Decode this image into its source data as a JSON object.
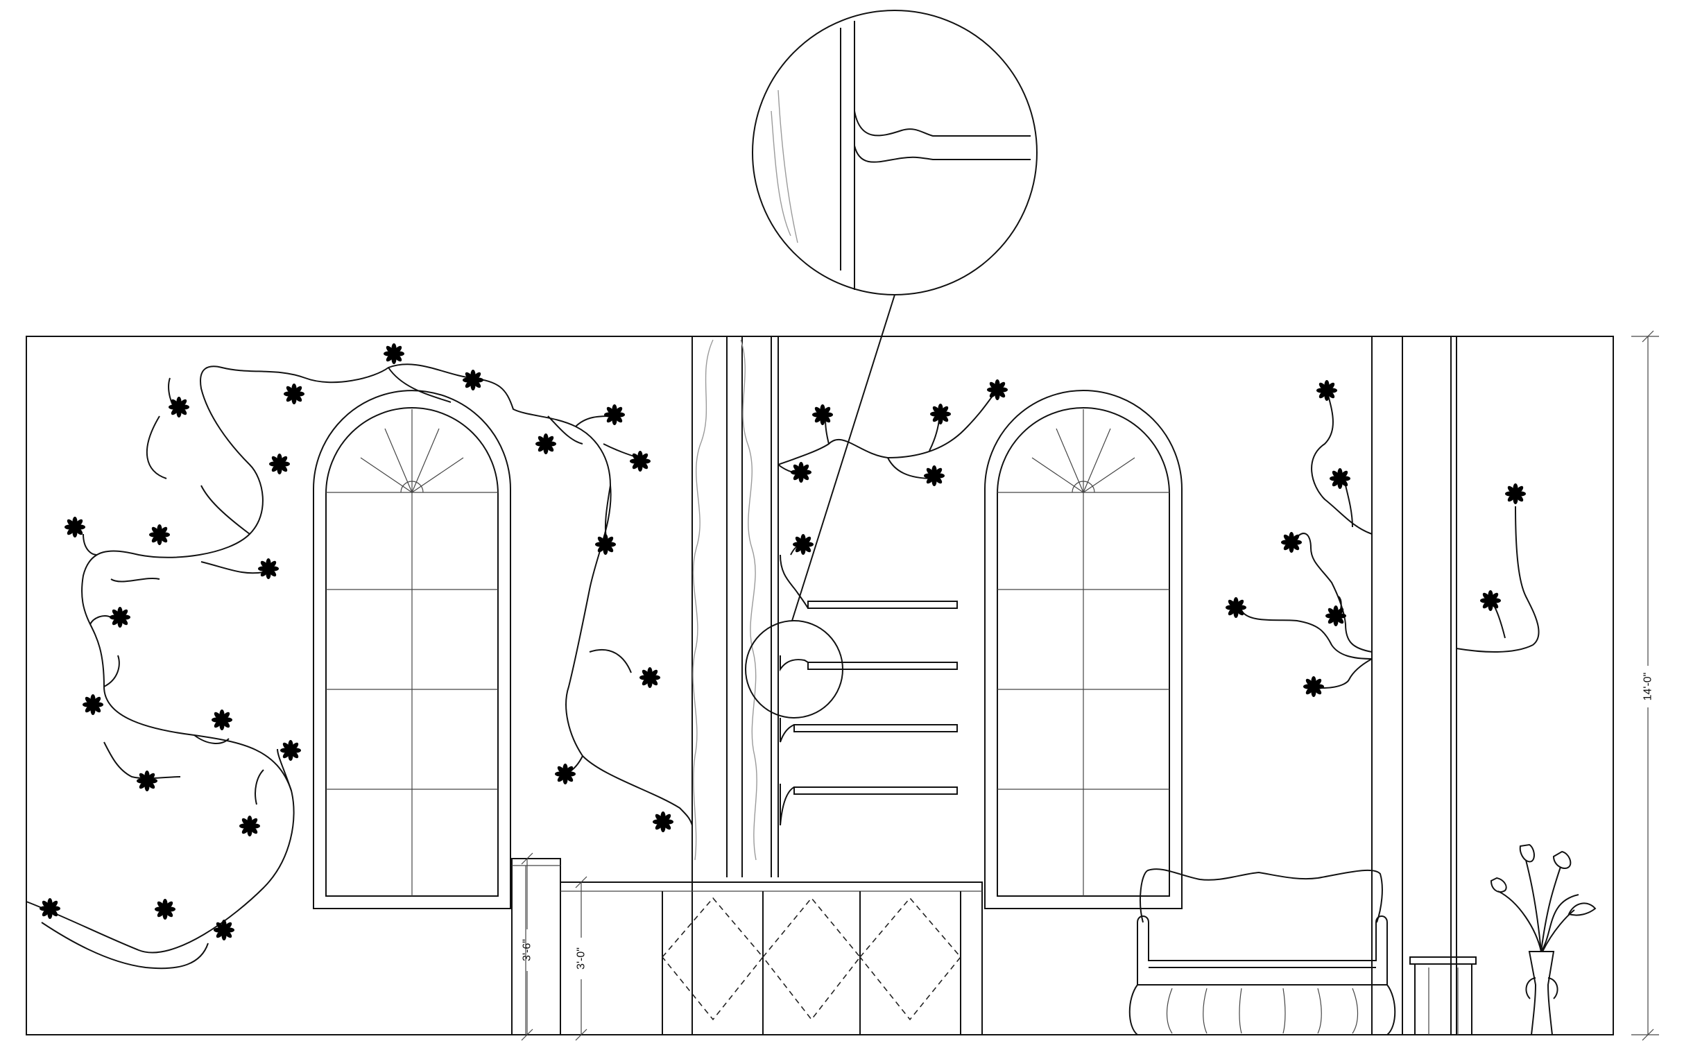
{
  "dimensions": {
    "wall_height": "14'-0\"",
    "counter_height": "3'-6\"",
    "console_height": "3'-0\""
  },
  "colors": {
    "line": "#111111",
    "background": "#ffffff",
    "hatch": "#9a9a9a"
  }
}
